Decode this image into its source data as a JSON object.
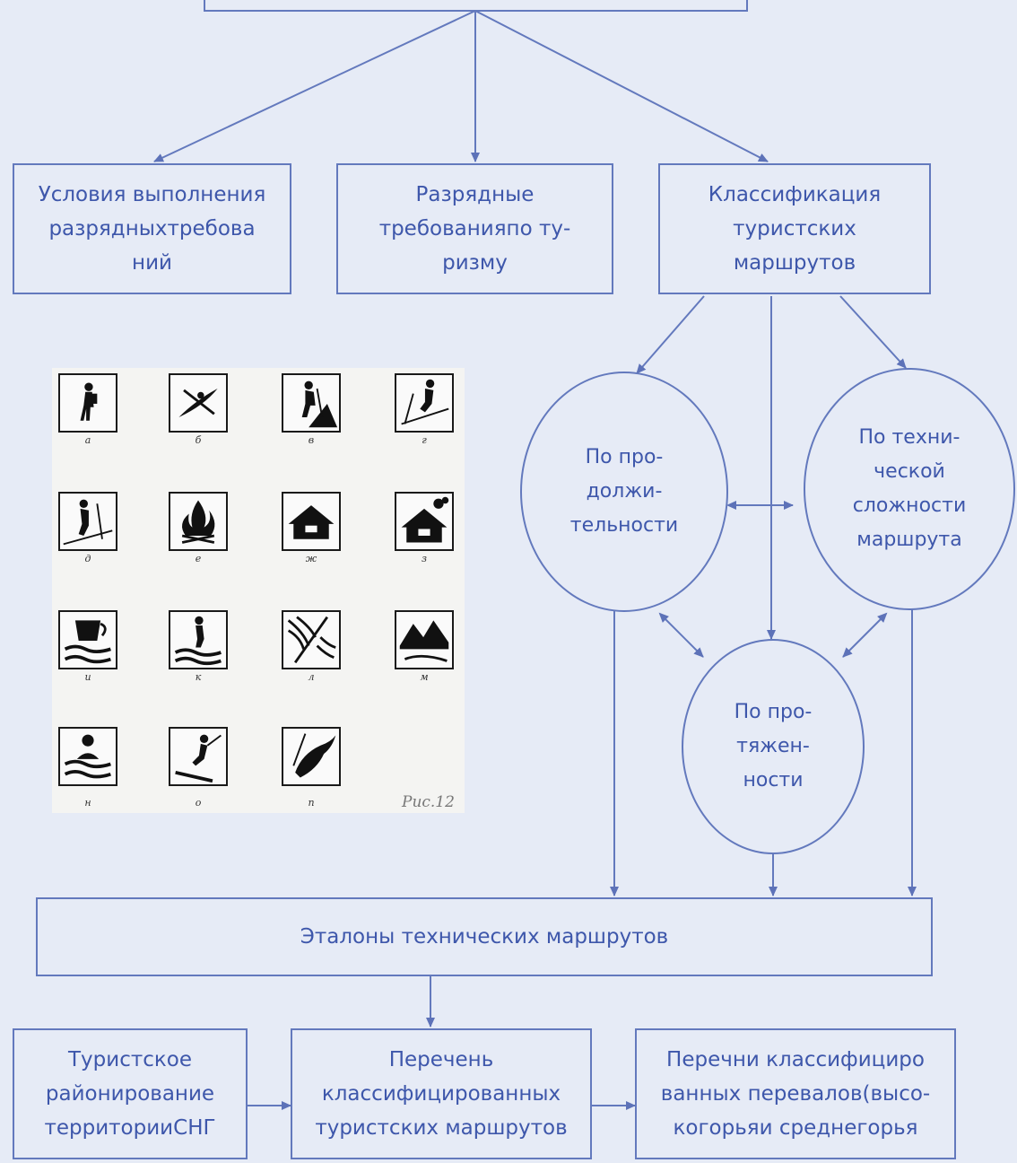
{
  "boxes": {
    "usloviya": "Условия выполнения\nразрядныхтребова\nний",
    "razryadnye": "Разрядные\nтребованияпо ту-\nризму",
    "klassifikaciya": "Классификация\nтуристских\nмаршрутов",
    "etalony": "Эталоны технических маршрутов",
    "rayonirovanie": "Туристское\nрайонирование\nтерриторииСНГ",
    "perechen": "Перечень\nклассифицированных\nтуристских маршрутов",
    "perechni": "Перечни классифициро\nванных перевалов(высо-\nкогорьяи среднегорья"
  },
  "ellipses": {
    "prodolzhitelnost": "По про-\nдолжи-\nтельности",
    "slozhnost": "По техни-\nческой\nсложности\nмаршрута",
    "protyazhennost": "По про-\nтяжен-\nности"
  },
  "inset": {
    "caption": "Рис.12",
    "symbols": [
      {
        "letter": "а",
        "icon": "hiker-icon"
      },
      {
        "letter": "б",
        "icon": "kayak-icon"
      },
      {
        "letter": "в",
        "icon": "mountain-climber-icon"
      },
      {
        "letter": "г",
        "icon": "skier-icon"
      },
      {
        "letter": "д",
        "icon": "ski-tourer-icon"
      },
      {
        "letter": "е",
        "icon": "campfire-icon"
      },
      {
        "letter": "ж",
        "icon": "hut-icon"
      },
      {
        "letter": "з",
        "icon": "hut-with-smoke-icon"
      },
      {
        "letter": "и",
        "icon": "drinking-water-icon"
      },
      {
        "letter": "к",
        "icon": "ford-icon"
      },
      {
        "letter": "л",
        "icon": "rapids-icon"
      },
      {
        "letter": "м",
        "icon": "mountains-icon"
      },
      {
        "letter": "н",
        "icon": "swimming-icon"
      },
      {
        "letter": "о",
        "icon": "water-ski-icon"
      },
      {
        "letter": "п",
        "icon": "fishing-icon"
      }
    ]
  },
  "colors": {
    "line": "#6379bd",
    "text": "#3e57ab",
    "background": "#e6ebf6"
  }
}
